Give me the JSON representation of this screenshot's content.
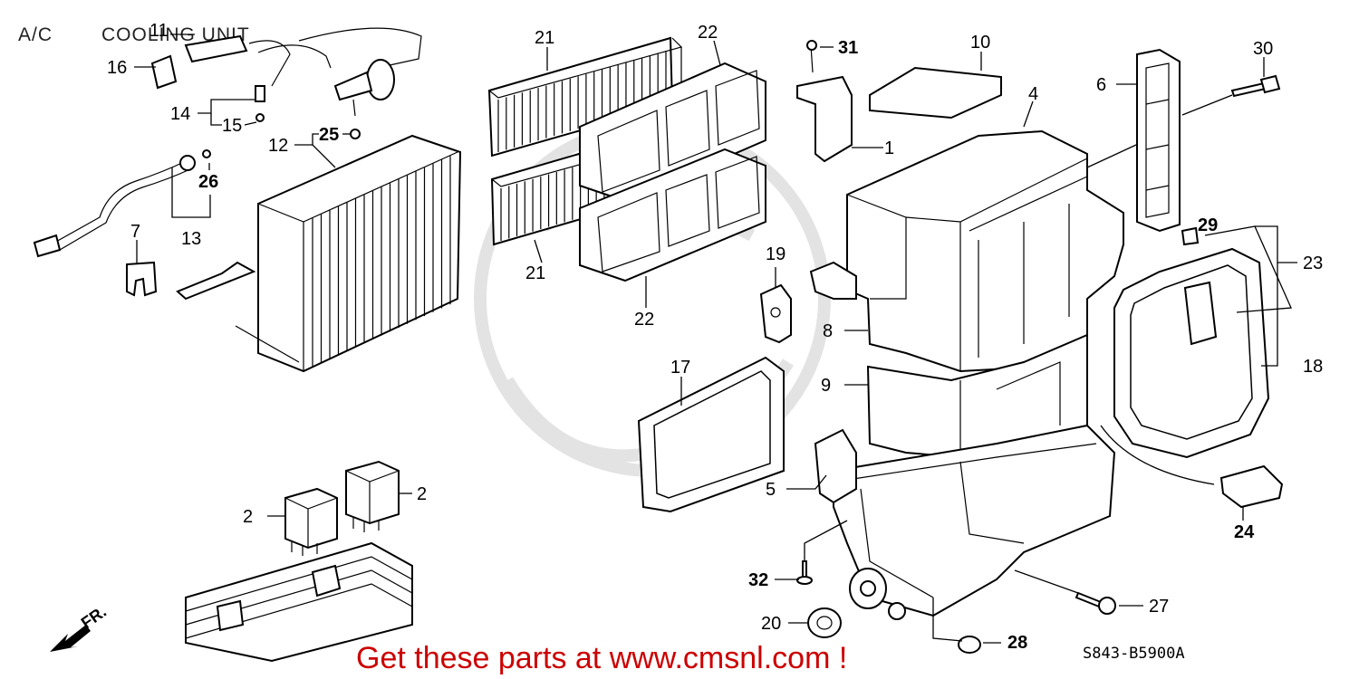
{
  "header": {
    "section": "A/C",
    "title": "COOLING UNIT"
  },
  "callouts": {
    "p1": "1",
    "p2a": "2",
    "p2b": "2",
    "p4": "4",
    "p5": "5",
    "p6": "6",
    "p7": "7",
    "p8": "8",
    "p9": "9",
    "p10": "10",
    "p11": "11",
    "p12": "12",
    "p13": "13",
    "p14": "14",
    "p15": "15",
    "p16": "16",
    "p17": "17",
    "p18": "18",
    "p19": "19",
    "p20": "20",
    "p21a": "21",
    "p21b": "21",
    "p22a": "22",
    "p22b": "22",
    "p23": "23",
    "p24": "24",
    "p25": "25",
    "p26": "26",
    "p27": "27",
    "p28": "28",
    "p29": "29",
    "p30": "30",
    "p31": "31",
    "p32": "32"
  },
  "direction_label": "FR.",
  "diagram_code": "S843-B5900A",
  "footer": {
    "promo": "Get these parts at www.cmsnl.com !"
  }
}
